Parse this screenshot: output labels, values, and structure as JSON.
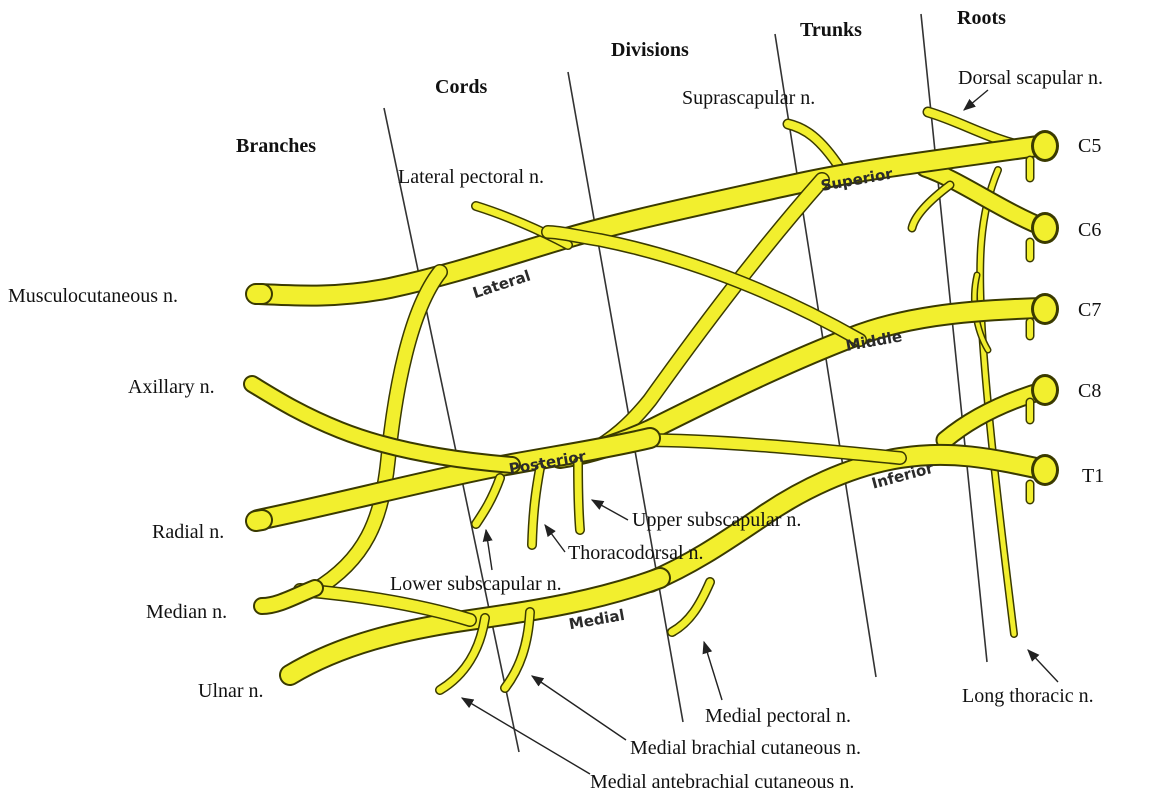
{
  "headers": {
    "branches": "Branches",
    "cords": "Cords",
    "divisions": "Divisions",
    "trunks": "Trunks",
    "roots": "Roots"
  },
  "roots": {
    "c5": "C5",
    "c6": "C6",
    "c7": "C7",
    "c8": "C8",
    "t1": "T1"
  },
  "segments": {
    "superior": "Superior",
    "middle": "Middle",
    "inferior": "Inferior",
    "lateral": "Lateral",
    "posterior": "Posterior",
    "medial": "Medial"
  },
  "labels": {
    "dorsal_scapular": "Dorsal scapular n.",
    "suprascapular": "Suprascapular n.",
    "lateral_pectoral": "Lateral pectoral n.",
    "musculocutaneous": "Musculocutaneous n.",
    "axillary": "Axillary n.",
    "radial": "Radial n.",
    "median": "Median n.",
    "ulnar": "Ulnar n.",
    "upper_subscapular": "Upper subscapular n.",
    "thoracodorsal": "Thoracodorsal n.",
    "lower_subscapular": "Lower subscapular n.",
    "medial_pectoral": "Medial pectoral n.",
    "medial_brachial_cutaneous": "Medial brachial cutaneous n.",
    "medial_antebrachial_cutaneous": "Medial antebrachial cutaneous n.",
    "long_thoracic": "Long thoracic n."
  },
  "colors": {
    "nerve_fill": "#f2ef2e",
    "nerve_outline": "#3a3a00"
  }
}
